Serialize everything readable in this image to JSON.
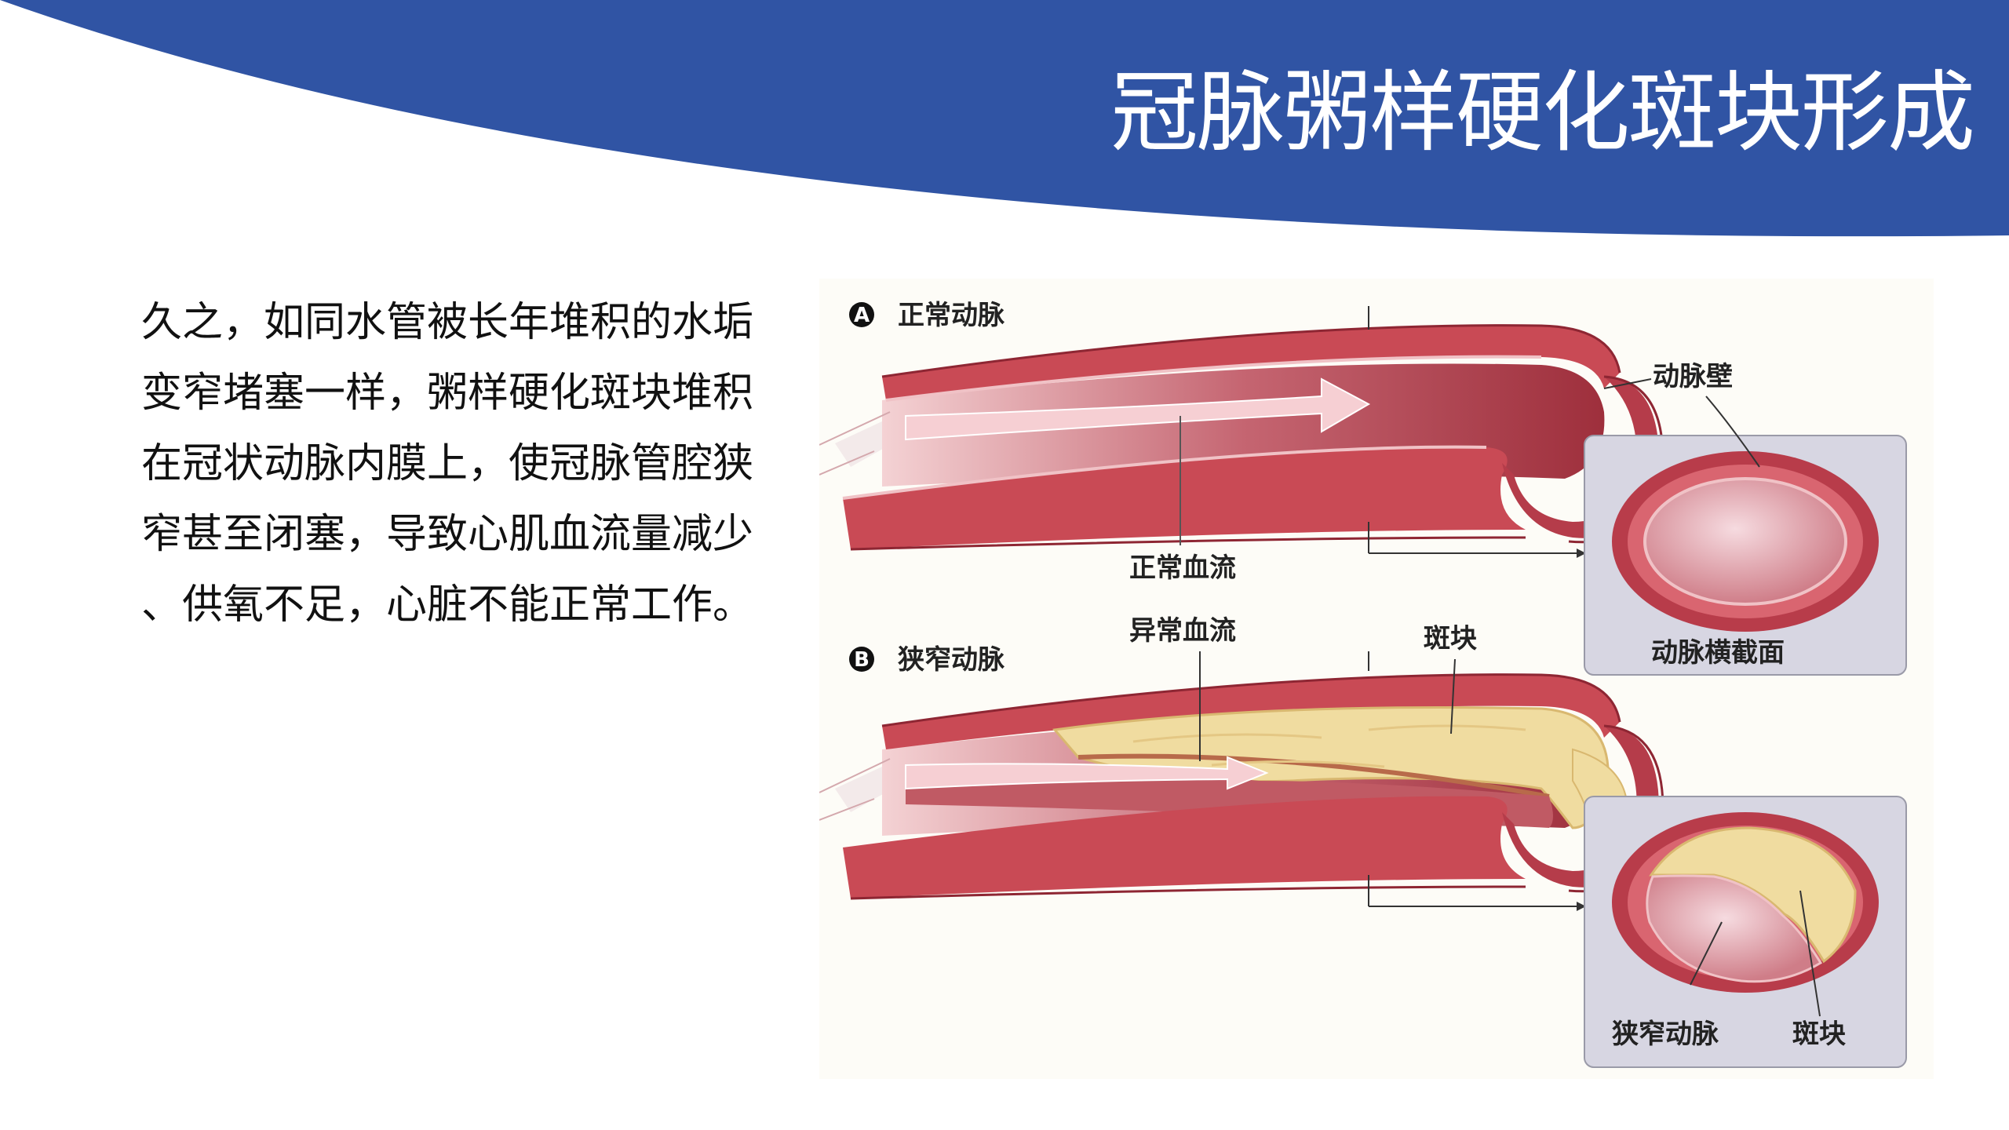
{
  "title": "冠脉粥样硬化斑块形成",
  "body_lines": [
    "久之，如同水管被长年堆积的水垢",
    "变窄堵塞一样，粥样硬化斑块堆积",
    "在冠状动脉内膜上，使冠脉管腔狭",
    "窄甚至闭塞，导致心肌血流量减少",
    "、供氧不足，心脏不能正常工作。"
  ],
  "figure": {
    "panel_a": {
      "badge": "A",
      "label": "正常动脉",
      "flow_label": "正常血流",
      "wall_label": "动脉壁",
      "section_label": "动脉横截面"
    },
    "panel_b": {
      "badge": "B",
      "label": "狭窄动脉",
      "flow_label": "异常血流",
      "plaque_label": "斑块",
      "section_narrow_label": "狭窄动脉",
      "section_plaque_label": "斑块"
    }
  },
  "colors": {
    "banner": "#3054a4",
    "artery": "#c94a55",
    "artery_dark": "#9e2f3c",
    "plaque": "#f0dca0",
    "panel_bg": "#d7d6e2"
  }
}
